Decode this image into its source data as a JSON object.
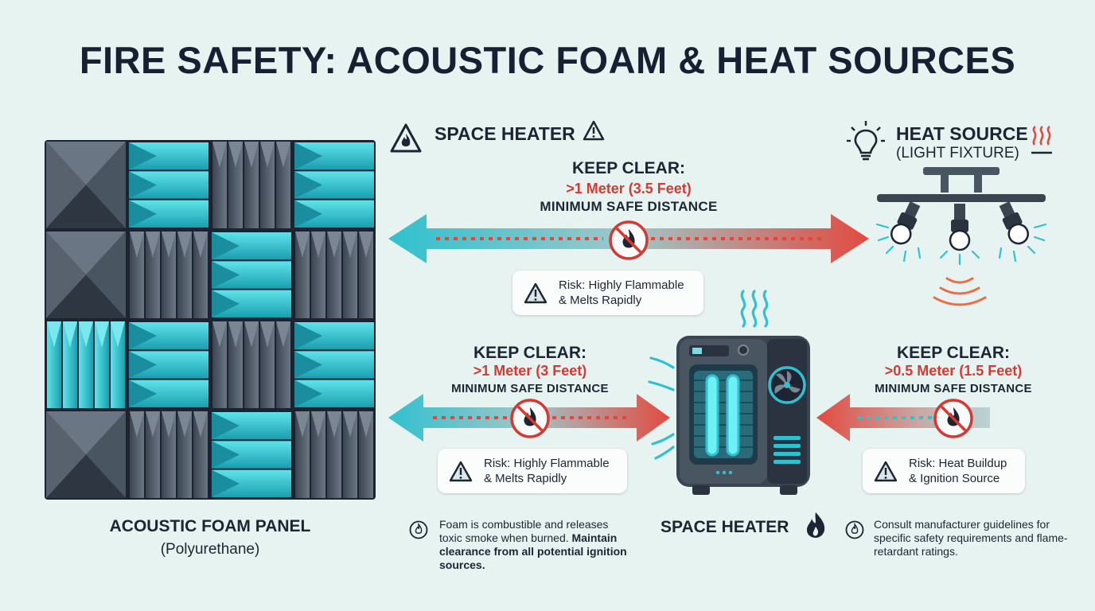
{
  "title": "FIRE SAFETY: ACOUSTIC FOAM & HEAT SOURCES",
  "foam_panel": {
    "label": "ACOUSTIC FOAM PANEL",
    "sublabel": "(Polyurethane)"
  },
  "top_zone": {
    "heading": "SPACE HEATER",
    "keep_clear": "KEEP CLEAR:",
    "distance": ">1 Meter (3.5 Feet)",
    "minimum": "MINIMUM SAFE DISTANCE",
    "risk": "Risk: Highly Flammable\n& Melts Rapidly"
  },
  "light_fixture": {
    "heading": "HEAT SOURCE",
    "subheading": "(LIGHT FIXTURE)"
  },
  "left_zone": {
    "keep_clear": "KEEP CLEAR:",
    "distance": ">1 Meter (3 Feet)",
    "minimum": "MINIMUM SAFE DISTANCE",
    "risk": "Risk: Highly Flammable\n& Melts Rapidly"
  },
  "right_zone": {
    "keep_clear": "KEEP CLEAR:",
    "distance": ">0.5 Meter (1.5 Feet)",
    "minimum": "MINIMUM SAFE DISTANCE",
    "risk": "Risk: Heat Buildup\n& Ignition Source"
  },
  "heater": {
    "label": "SPACE HEATER"
  },
  "notes": {
    "left_normal": "Foam is combustible and releases toxic smoke when burned. ",
    "left_bold": "Maintain clearance from all potential ignition sources.",
    "right": "Consult manufacturer guidelines for specific safety requirements and flame-retardant ratings."
  },
  "colors": {
    "cyan": "#2fc1cf",
    "red": "#e24a40",
    "dark": "#1d2433",
    "foam_dark": "#4a5562"
  }
}
